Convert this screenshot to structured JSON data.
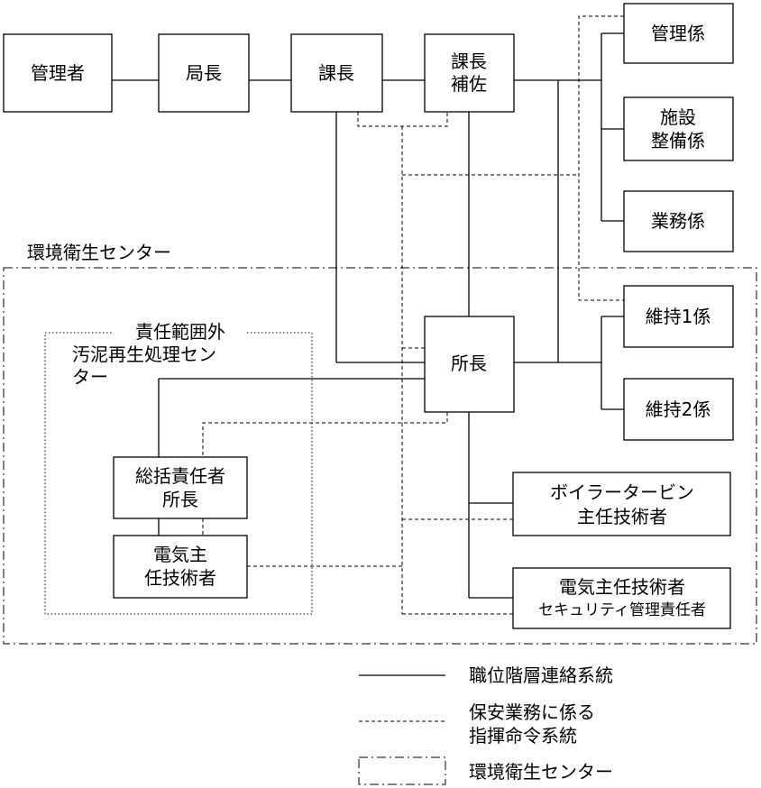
{
  "org": {
    "kanrisha": "管理者",
    "kyokucho": "局長",
    "kacho": "課長",
    "kacho_hosa": [
      "課長",
      "補佐"
    ],
    "kanri_kakari": "管理係",
    "shisetsu_kakari": [
      "施設",
      "整備係"
    ],
    "gyomu_kakari": "業務係",
    "iji1": "維持1係",
    "iji2": "維持2係",
    "shocho": "所長",
    "boiler": [
      "ボイラータービン",
      "主任技術者"
    ],
    "denki_main": [
      "電気主任技術者",
      "セキュリティ管理責任者"
    ]
  },
  "center": {
    "label": "環境衛生センター"
  },
  "outside": {
    "title": "責任範囲外",
    "name_lines": [
      "汚泥再生処理セン",
      "ター"
    ],
    "sokatsu": [
      "総括責任者",
      "所長"
    ],
    "denki": [
      "電気主",
      "任技術者"
    ]
  },
  "legend": {
    "solid_label": "職位階層連絡系統",
    "dashed_label": [
      "保安業務に係る",
      "指揮命令系統"
    ],
    "dashdot_label": "環境衛生センター"
  }
}
